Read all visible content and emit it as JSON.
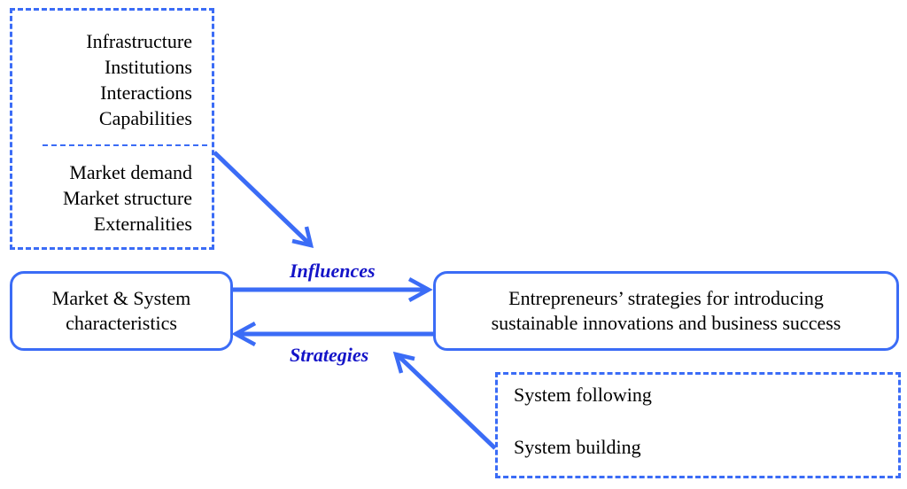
{
  "factors": {
    "system_items": [
      "Infrastructure",
      "Institutions",
      "Interactions",
      "Capabilities"
    ],
    "market_items": [
      "Market demand",
      "Market structure",
      "Externalities"
    ]
  },
  "market_system_box": {
    "lines": [
      "Market & System",
      "characteristics"
    ]
  },
  "entrepreneur_box": {
    "lines": [
      "Entrepreneurs’ strategies for introducing",
      "sustainable innovations and business success"
    ]
  },
  "edge_labels": {
    "influences": "Influences",
    "strategies": "Strategies"
  },
  "strategy_types": [
    "System following",
    "System building"
  ],
  "colors": {
    "accent_blue": "#3b6cf6",
    "label_blue": "#1414c8"
  }
}
